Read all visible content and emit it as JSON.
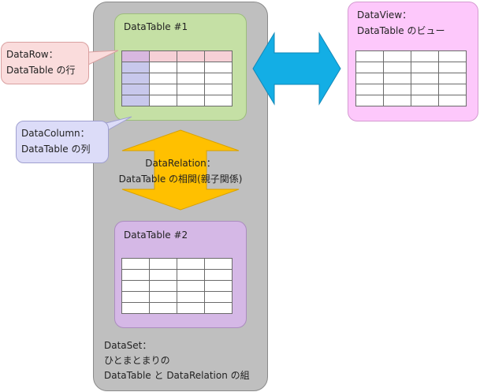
{
  "dataset": {
    "line1": "DataSet：",
    "line2": "ひとまとまりの",
    "line3": "DataTable と DataRelation の組"
  },
  "table1": {
    "title": "DataTable #1"
  },
  "table2": {
    "title": "DataTable #2"
  },
  "dataview": {
    "line1": "DataView：",
    "line2": "DataTable のビュー"
  },
  "datarow": {
    "line1": "DataRow：",
    "line2": "DataTable の行"
  },
  "datacolumn": {
    "line1": "DataColumn：",
    "line2": "DataTable の列"
  },
  "relation": {
    "line1": "DataRelation：",
    "line2": "DataTable の相関(親子関係)"
  },
  "colors": {
    "dataset_fill": "#bfbfbf",
    "table1_fill": "#c5e0a5",
    "table2_fill": "#d5b8e6",
    "dataview_fill": "#fdc8fb",
    "datarow_fill": "#fadcdc",
    "datacolumn_fill": "#dcdcf8",
    "row_highlight": "#f6d0d6",
    "column_highlight": "#c8c8ec",
    "corner_cell": "#d8b8e0",
    "blue_arrow": "#13aee5",
    "orange_arrow": "#ffc000"
  }
}
